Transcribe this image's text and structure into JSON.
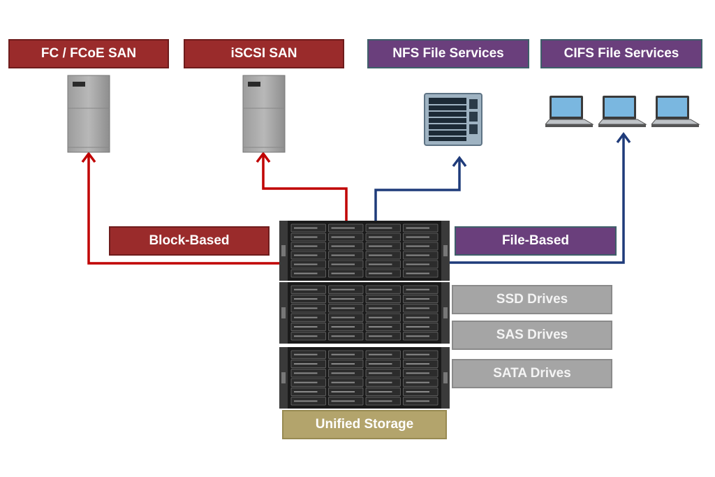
{
  "labels": {
    "fc_san": "FC / FCoE SAN",
    "iscsi_san": "iSCSI SAN",
    "nfs": "NFS File Services",
    "cifs": "CIFS File Services",
    "block_based": "Block-Based",
    "file_based": "File-Based",
    "ssd": "SSD Drives",
    "sas": "SAS Drives",
    "sata": "SATA Drives",
    "unified": "Unified Storage"
  },
  "colors": {
    "block": "#c00000",
    "file": "#1f3b7a",
    "red_box": "#9a2b2b",
    "purple_box": "#6a3f7c",
    "gray_box": "#a5a5a5",
    "gold_box": "#b3a46c"
  },
  "icons": {
    "fc_server": "server-tower-icon",
    "iscsi_server": "server-tower-icon",
    "nfs_device": "nas-device-icon",
    "cifs_clients": "laptop-icon"
  }
}
